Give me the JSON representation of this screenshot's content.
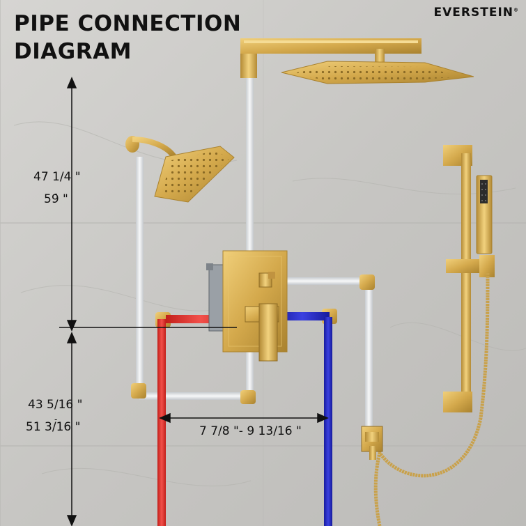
{
  "title_line1": "PIPE CONNECTION",
  "title_line2": "DIAGRAM",
  "brand": "EVERSTEIN",
  "brand_mark": "®",
  "dimensions": {
    "upper_min": "47 1/4 \"",
    "upper_max": "59 \"",
    "lower_min": "43 5/16 \"",
    "lower_max": "51 3/16 \"",
    "horizontal": "7 7/8 \"- 9 13/16 \""
  },
  "colors": {
    "gold": "#d4a94c",
    "gold_dark": "#a9822f",
    "hot_pipe": "#e8342e",
    "cold_pipe": "#2228c9",
    "pipe_white": "#e9ecef",
    "wall": "#cbcac7"
  },
  "icons": [
    "rain-shower-head-icon",
    "square-shower-head-icon",
    "handheld-shower-icon",
    "slide-bar-icon",
    "diverter-valve-icon"
  ]
}
